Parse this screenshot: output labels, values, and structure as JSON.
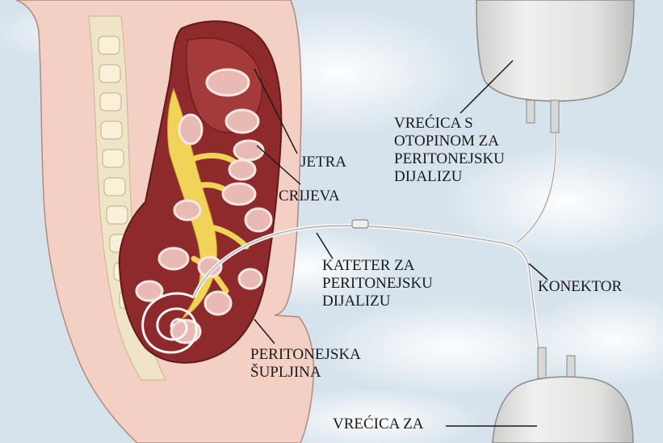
{
  "labels": {
    "jetra": "JETRA",
    "crijeva": "CRIJEVA",
    "bag_top": [
      "VREĆICA S",
      "OTOPINOM ZA",
      "PERITONEJSKU",
      "DIJALIZU"
    ],
    "kateter": [
      "KATETER ZA",
      "PERITONEJSKU",
      "DIJALIZU"
    ],
    "konektor": "KONEKTOR",
    "supljina": [
      "PERITONEJSKA",
      "ŠUPLJINA"
    ],
    "bag_bottom": "VREĆICA ZA"
  },
  "colors": {
    "sky": "#dbe7ee",
    "skin": "#f4cfc4",
    "cavity": "#8e2a2c",
    "intestine": "#e9b9b4",
    "fat": "#f2d35a",
    "bag": "#e4e4e2",
    "tube": "#f2f2f2"
  }
}
